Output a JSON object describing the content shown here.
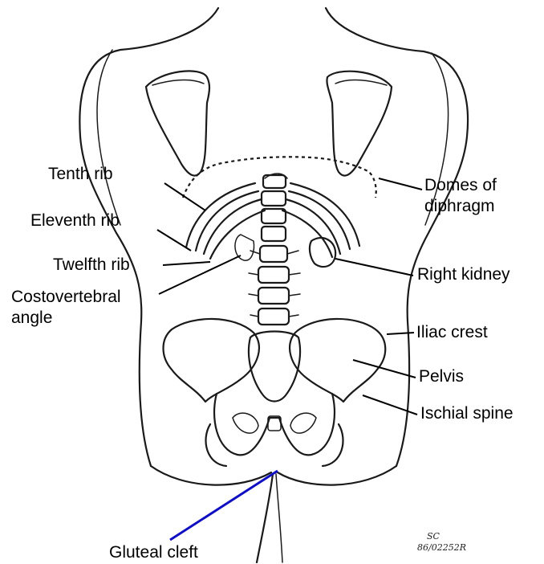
{
  "labels": {
    "tenth_rib": "Tenth rib",
    "eleventh_rib": "Eleventh rib",
    "twelfth_rib": "Twelfth rib",
    "costovertebral_line1": "Costovertebral",
    "costovertebral_line2": "angle",
    "domes_line1": "Domes of",
    "domes_line2": "diphragm",
    "right_kidney": "Right kidney",
    "iliac_crest": "Iliac crest",
    "pelvis": "Pelvis",
    "ischial_spine": "Ischial spine",
    "gluteal_cleft": "Gluteal cleft"
  },
  "signature": {
    "line1": "SC",
    "line2": "86/02252R"
  },
  "colors": {
    "ink": "#1a1a1a",
    "leader": "#000000",
    "highlight_leader": "#1010c0"
  }
}
